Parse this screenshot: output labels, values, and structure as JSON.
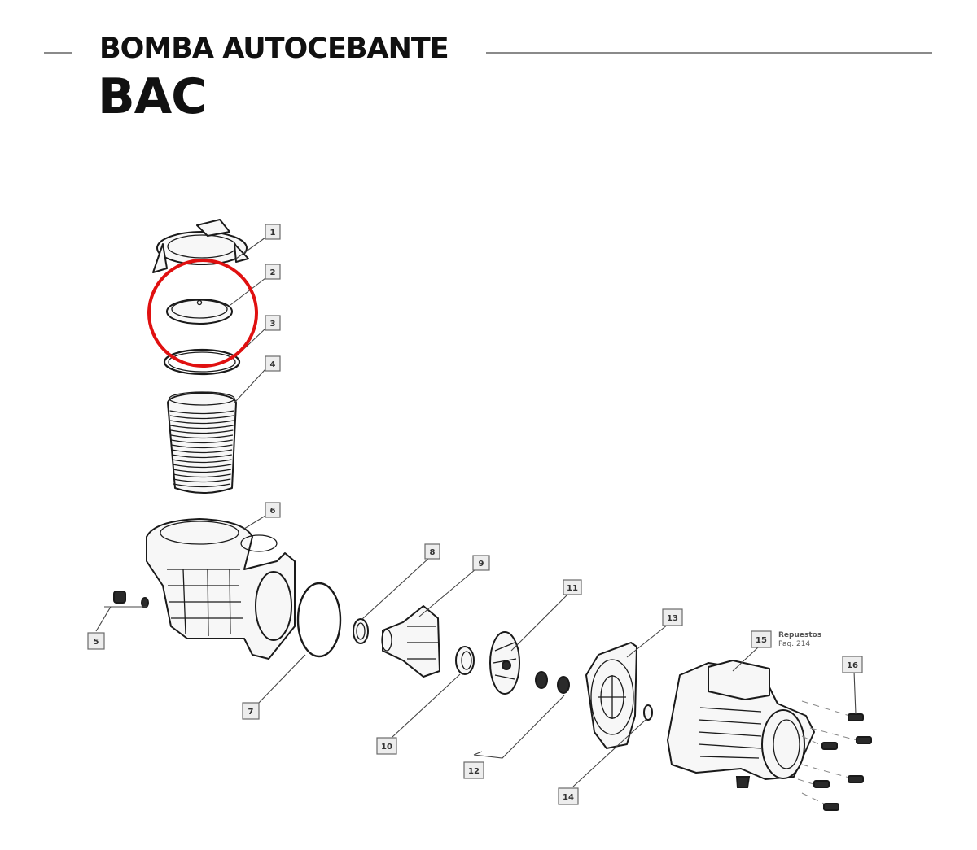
{
  "header": {
    "title_line1": "BOMBA AUTOCEBANTE",
    "title_line2": "BAC"
  },
  "callouts": [
    "1",
    "2",
    "3",
    "4",
    "5",
    "6",
    "7",
    "8",
    "9",
    "10",
    "11",
    "12",
    "13",
    "14",
    "15",
    "16"
  ],
  "spares_note": {
    "title": "Repuestos",
    "page": "Pag. 214"
  },
  "highlight": {
    "color": "#e01010",
    "target_part": "2"
  }
}
